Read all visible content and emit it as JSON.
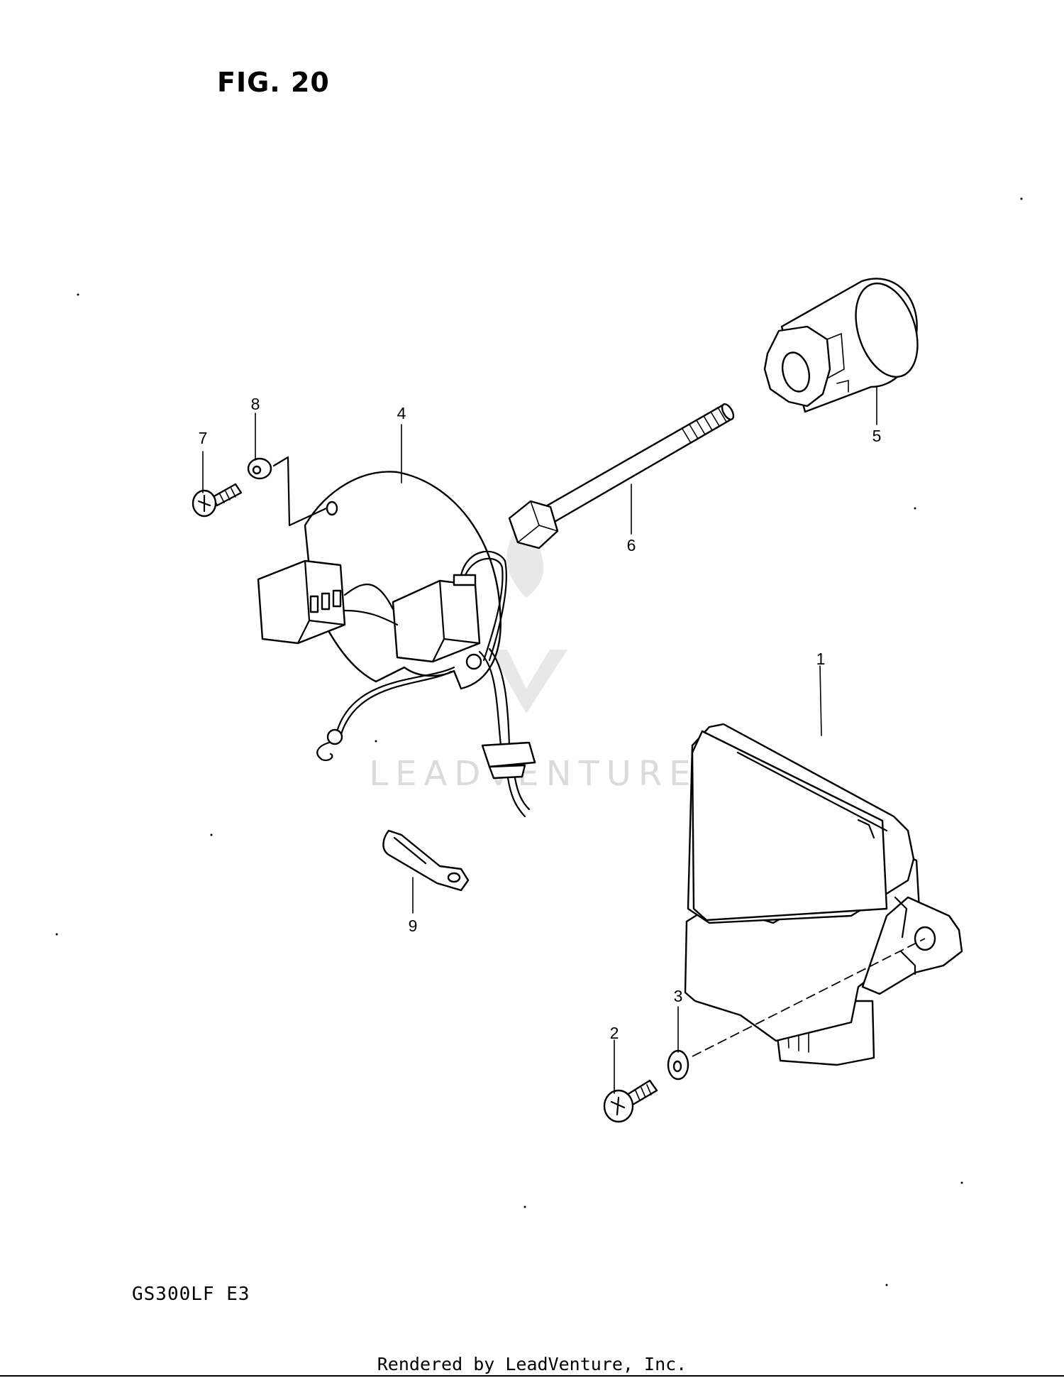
{
  "figure": {
    "title": "FIG. 20",
    "model_code": "GS300LF  E3",
    "footer": "Rendered by LeadVenture, Inc."
  },
  "watermark": {
    "text": "LEADVENTURE",
    "color": "#d8d8d8"
  },
  "callouts": [
    {
      "id": "1",
      "label": "1"
    },
    {
      "id": "2",
      "label": "2"
    },
    {
      "id": "3",
      "label": "3"
    },
    {
      "id": "4",
      "label": "4"
    },
    {
      "id": "5",
      "label": "5"
    },
    {
      "id": "6",
      "label": "6"
    },
    {
      "id": "7",
      "label": "7"
    },
    {
      "id": "8",
      "label": "8"
    },
    {
      "id": "9",
      "label": "9"
    }
  ]
}
